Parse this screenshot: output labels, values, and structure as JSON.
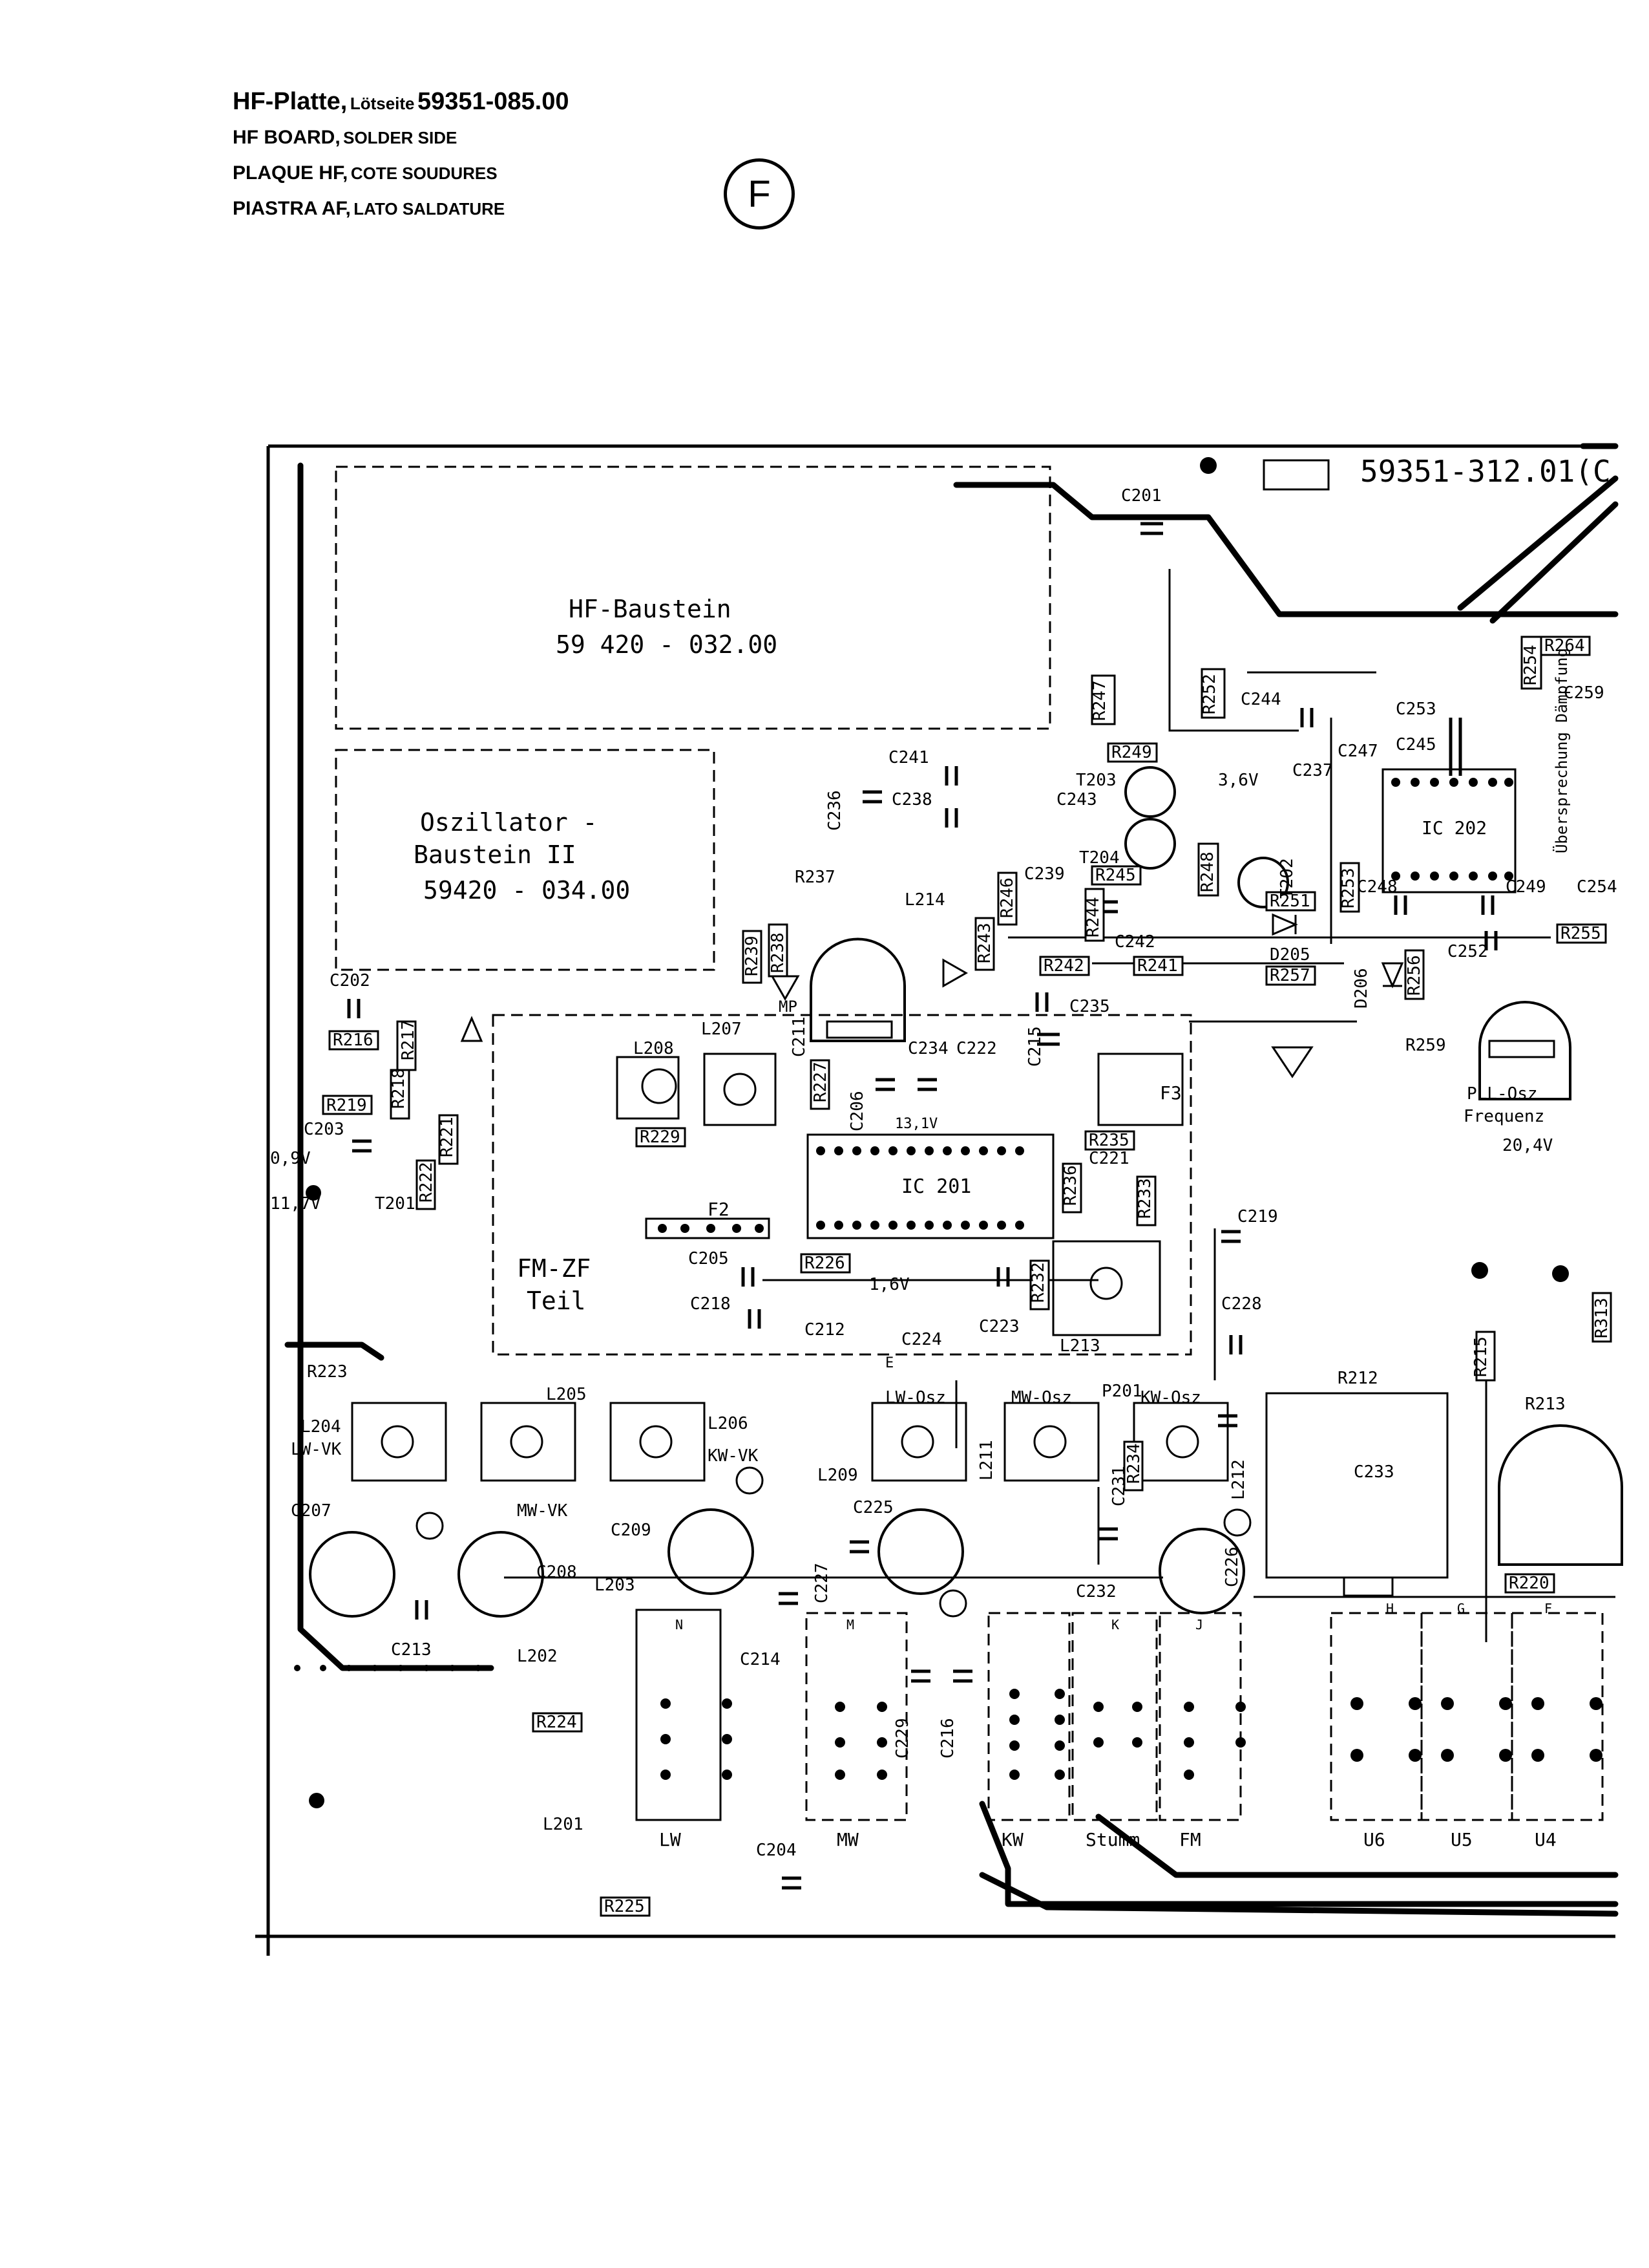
{
  "header": {
    "line1_title": "HF-Platte,",
    "line1_sub": "Lötseite",
    "line1_number": "59351-085.00",
    "line2_title": "HF BOARD,",
    "line2_sub": "SOLDER SIDE",
    "line3_title": "PLAQUE HF,",
    "line3_sub": "COTE SOUDURES",
    "line4_title": "PIASTRA AF,",
    "line4_sub": "LATO SALDATURE",
    "badge": "F"
  },
  "board": {
    "part_number": "59351-312.01(C",
    "hf_module_title": "HF-Baustein",
    "hf_module_number": "59 420 - 032.00",
    "osc_module_title1": "Oszillator -",
    "osc_module_title2": "Baustein II",
    "osc_module_number": "59420 - 034.00",
    "fm_if_title1": "FM-ZF",
    "fm_if_title2": "Teil",
    "pll_label1": "PLL-Osz",
    "pll_label2": "Frequenz",
    "crosstalk_label": "Übersprechung Dämpfung",
    "ic201": "IC 201",
    "ic202": "IC 202",
    "f2": "F2",
    "f3": "F3",
    "mp": "MP",
    "p201": "P201",
    "e": "E",
    "lw_osz": "LW-Osz",
    "mw_osz": "MW-Osz",
    "kw_osz": "KW-Osz",
    "lw_vk": "LW-VK",
    "mw_vk": "MW-VK",
    "kw_vk": "KW-VK",
    "v_09": "0,9V",
    "v_117": "11,7V",
    "v_36": "3,6V",
    "v_131": "13,1V",
    "v_16": "1,6V",
    "v_204": "20,4V",
    "switch_labels": [
      "LW",
      "MW",
      "KW",
      "Stumm",
      "FM",
      "U6",
      "U5",
      "U4"
    ],
    "switch_letters": [
      "N",
      "M",
      "K",
      "J",
      "H",
      "G",
      "F"
    ],
    "components": [
      "C201",
      "C202",
      "C203",
      "C204",
      "C205",
      "C206",
      "C207",
      "C208",
      "C209",
      "C211",
      "C212",
      "C213",
      "C214",
      "C215",
      "C216",
      "C218",
      "C219",
      "C221",
      "C222",
      "C223",
      "C224",
      "C225",
      "C226",
      "C227",
      "C228",
      "C229",
      "C231",
      "C232",
      "C233",
      "C234",
      "C235",
      "C236",
      "C237",
      "C238",
      "C239",
      "C241",
      "C242",
      "C243",
      "C244",
      "C245",
      "C247",
      "C248",
      "C249",
      "C252",
      "C253",
      "C254",
      "C259",
      "R212",
      "R213",
      "R215",
      "R216",
      "R217",
      "R218",
      "R219",
      "R220",
      "R221",
      "R222",
      "R223",
      "R224",
      "R225",
      "R226",
      "R227",
      "R229",
      "R232",
      "R233",
      "R234",
      "R235",
      "R236",
      "R237",
      "R238",
      "R239",
      "R241",
      "R242",
      "R243",
      "R244",
      "R245",
      "R246",
      "R247",
      "R248",
      "R249",
      "R251",
      "R252",
      "R253",
      "R254",
      "R255",
      "R256",
      "R257",
      "R259",
      "R264",
      "R313",
      "L201",
      "L202",
      "L203",
      "L204",
      "L205",
      "L206",
      "L207",
      "L208",
      "L209",
      "L211",
      "L212",
      "L213",
      "L214",
      "T201",
      "T202",
      "T203",
      "T204",
      "D205",
      "D206"
    ]
  }
}
